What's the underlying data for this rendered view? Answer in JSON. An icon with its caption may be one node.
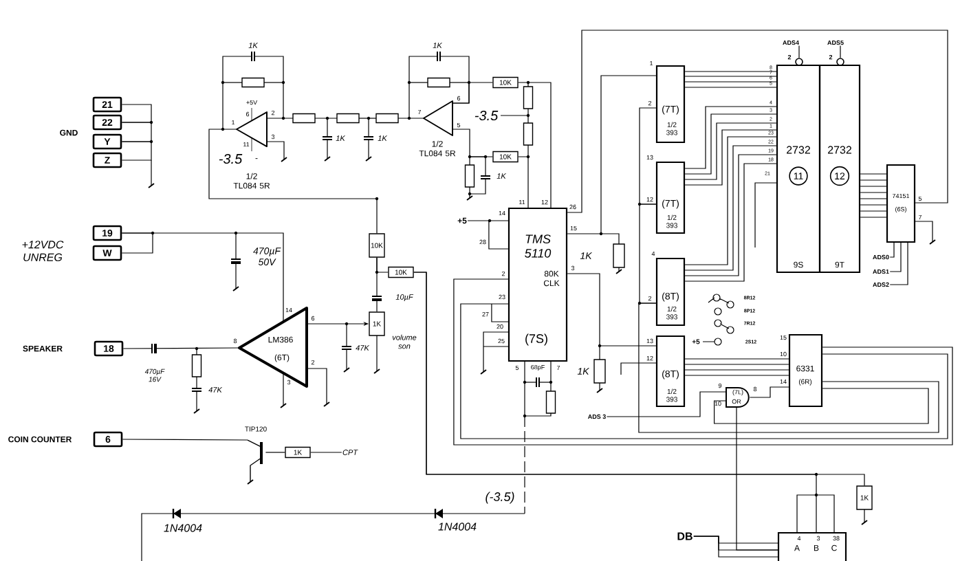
{
  "diagram": {
    "nodes": [
      {
        "text": [
          "21"
        ]
      },
      {
        "text": [
          "22"
        ]
      },
      {
        "text": [
          "Y"
        ]
      },
      {
        "text": [
          "Z"
        ]
      },
      {
        "text": [
          "19"
        ]
      },
      {
        "text": [
          "W"
        ]
      },
      {
        "text": [
          "18"
        ]
      },
      {
        "text": [
          "6"
        ]
      },
      {
        "text": [],
        "shape": "triangle",
        "beside": [
          "1/2 TL084 5R"
        ]
      },
      {
        "text": [],
        "shape": "triangle",
        "beside": [
          "1/2 TL084 5R"
        ]
      },
      {
        "text": [
          "TMS 5110",
          "80K CLK",
          "(7S)"
        ]
      },
      {
        "text": [
          "(7T)",
          "1/2 393"
        ]
      },
      {
        "text": [
          "(7T)",
          "1/2 393"
        ]
      },
      {
        "text": [
          "(8T)",
          "1/2 393"
        ]
      },
      {
        "text": [
          "(8T)",
          "1/2 393"
        ]
      },
      {
        "text": [
          "2732",
          "11",
          "9S"
        ]
      },
      {
        "text": [
          "2732",
          "12",
          "9T"
        ]
      },
      {
        "text": [
          "74151",
          "(6S)"
        ]
      },
      {
        "text": [
          "6331",
          "(6R)"
        ]
      },
      {
        "text": [
          "LM386",
          "(6T)"
        ]
      },
      {
        "text": [
          "(7L)",
          "OR"
        ]
      },
      {
        "text": [
          "A",
          "B",
          "C"
        ]
      },
      {
        "text": [
          "DB"
        ]
      },
      {
        "text": [],
        "shape": "transistor",
        "beside": [
          "TIP120"
        ]
      },
      {
        "text": [
          "ADS 3"
        ]
      },
      {
        "text": [
          "ADS0"
        ]
      },
      {
        "text": [
          "ADS1"
        ]
      },
      {
        "text": [
          "ADS2"
        ]
      },
      {
        "text": [
          "ADS4"
        ]
      },
      {
        "text": [
          "ADS5"
        ]
      },
      {
        "text": [
          "+5"
        ]
      },
      {
        "text": [
          "CPT"
        ]
      },
      {
        "text": [
          "10K"
        ]
      },
      {
        "text": [
          "10K"
        ]
      },
      {
        "text": [
          "10K"
        ]
      },
      {
        "text": [
          "10K"
        ]
      },
      {
        "text": [
          "1K"
        ]
      },
      {
        "text": [
          "1K"
        ]
      },
      {
        "text": [
          "1K"
        ]
      }
    ],
    "edges": [
      {
        "from": 0,
        "to": 1,
        "arrow": "none"
      },
      {
        "from": 1,
        "to": 2,
        "arrow": "none"
      },
      {
        "from": 2,
        "to": 3,
        "arrow": "none"
      },
      {
        "from": 4,
        "to": 5,
        "arrow": "none"
      },
      {
        "from": 4,
        "to": 19,
        "arrow": "none"
      },
      {
        "from": 7,
        "to": 23,
        "arrow": "none"
      },
      {
        "from": 10,
        "to": 11,
        "arrow": "none"
      },
      {
        "from": 17,
        "to": 10,
        "arrow": "none"
      },
      {
        "from": 11,
        "to": 15,
        "arrow": "none"
      },
      {
        "from": 11,
        "to": 15,
        "arrow": "none"
      },
      {
        "from": 11,
        "to": 15,
        "arrow": "none"
      },
      {
        "from": 11,
        "to": 15,
        "arrow": "none"
      },
      {
        "from": 12,
        "to": 15,
        "arrow": "none"
      },
      {
        "from": 12,
        "to": 15,
        "arrow": "none"
      },
      {
        "from": 12,
        "to": 15,
        "arrow": "none"
      },
      {
        "from": 12,
        "to": 15,
        "arrow": "none"
      },
      {
        "from": 13,
        "to": 15,
        "arrow": "none"
      },
      {
        "from": 13,
        "to": 15,
        "arrow": "none"
      },
      {
        "from": 13,
        "to": 15,
        "arrow": "none"
      },
      {
        "from": 13,
        "to": 15,
        "arrow": "none"
      },
      {
        "from": 16,
        "to": 17,
        "arrow": "none"
      },
      {
        "from": 16,
        "to": 17,
        "arrow": "none"
      },
      {
        "from": 16,
        "to": 17,
        "arrow": "none"
      },
      {
        "from": 16,
        "to": 17,
        "arrow": "none"
      },
      {
        "from": 16,
        "to": 17,
        "arrow": "none"
      },
      {
        "from": 16,
        "to": 17,
        "arrow": "none"
      },
      {
        "from": 16,
        "to": 17,
        "arrow": "none"
      },
      {
        "from": 16,
        "to": 17,
        "arrow": "none"
      },
      {
        "from": 14,
        "to": 18,
        "arrow": "none"
      },
      {
        "from": 14,
        "to": 18,
        "arrow": "none"
      },
      {
        "from": 14,
        "to": 18,
        "arrow": "none"
      },
      {
        "from": 14,
        "to": 18,
        "arrow": "none"
      },
      {
        "from": 20,
        "to": 18,
        "arrow": "none"
      },
      {
        "from": 10,
        "to": 14,
        "arrow": "none"
      },
      {
        "from": 11,
        "to": 12,
        "arrow": "none"
      },
      {
        "from": 12,
        "to": 13,
        "arrow": "none"
      },
      {
        "from": 18,
        "to": 10,
        "arrow": "none"
      },
      {
        "from": 18,
        "to": 10,
        "arrow": "none"
      },
      {
        "from": 18,
        "to": 13,
        "arrow": "none"
      },
      {
        "from": 18,
        "to": 20,
        "arrow": "none"
      },
      {
        "from": 22,
        "to": 21,
        "arrow": "none"
      },
      {
        "from": 22,
        "to": 21,
        "arrow": "none"
      },
      {
        "from": 22,
        "to": 21,
        "arrow": "none"
      },
      {
        "from": 24,
        "to": 20,
        "arrow": "none"
      },
      {
        "from": 25,
        "to": 17,
        "arrow": "none"
      },
      {
        "from": 26,
        "to": 17,
        "arrow": "none"
      },
      {
        "from": 27,
        "to": 17,
        "arrow": "none"
      },
      {
        "from": 28,
        "to": 15,
        "arrow": "none"
      },
      {
        "from": 29,
        "to": 16,
        "arrow": "none"
      },
      {
        "from": 30,
        "to": 10,
        "arrow": "none"
      },
      {
        "from": 20,
        "to": 21,
        "arrow": "none"
      },
      {
        "from": 37,
        "to": 31,
        "arrow": "none"
      },
      {
        "from": 6,
        "to": 19,
        "arrow": "none"
      },
      {
        "from": 9,
        "to": 32,
        "arrow": "none"
      },
      {
        "from": 32,
        "to": 10,
        "arrow": "none"
      },
      {
        "from": 9,
        "to": 33,
        "arrow": "none"
      },
      {
        "from": 33,
        "to": 10,
        "arrow": "none"
      },
      {
        "from": 8,
        "to": 34,
        "arrow": "none"
      },
      {
        "from": 34,
        "to": 35,
        "arrow": "none"
      },
      {
        "from": 34,
        "to": 36,
        "arrow": "none"
      },
      {
        "from": 19,
        "to": 36,
        "arrow": "to"
      },
      {
        "from": 35,
        "to": 38,
        "arrow": "none"
      },
      {
        "from": 35,
        "to": 21,
        "arrow": "none"
      },
      {
        "from": 23,
        "to": 37,
        "arrow": "none"
      }
    ],
    "labels": [
      "GND",
      "+12VDC UNREG",
      "SPEAKER",
      "COIN COUNTER",
      "470µF 50V",
      "470µF 16V",
      "47K",
      "47K",
      "10µF",
      "volume son",
      "1K",
      "+5V",
      "6",
      "2",
      "1",
      "3",
      "11",
      "-",
      "-3.5",
      "1K",
      "1K",
      "1K",
      "7",
      "6",
      "5",
      "-3.5",
      "1K",
      "14",
      "6",
      "8",
      "2",
      "3",
      "1N4004",
      "1N4004",
      "(-3.5)",
      "11",
      "12",
      "14",
      "28",
      "26",
      "15",
      "2",
      "3",
      "23",
      "27",
      "20",
      "25",
      "5",
      "68pF",
      "7",
      "1K",
      "1K",
      "+5",
      "8R12",
      "8P12",
      "7R12",
      "2S12",
      "2",
      "2",
      "5",
      "7",
      "9",
      "10",
      "8",
      "1",
      "2",
      "13",
      "12",
      "4",
      "2",
      "13",
      "12",
      "15",
      "10",
      "14",
      "8",
      "7",
      "6",
      "5",
      "4",
      "3",
      "2",
      "1",
      "23",
      "22",
      "19",
      "18",
      "21",
      "4",
      "3",
      "38"
    ]
  }
}
